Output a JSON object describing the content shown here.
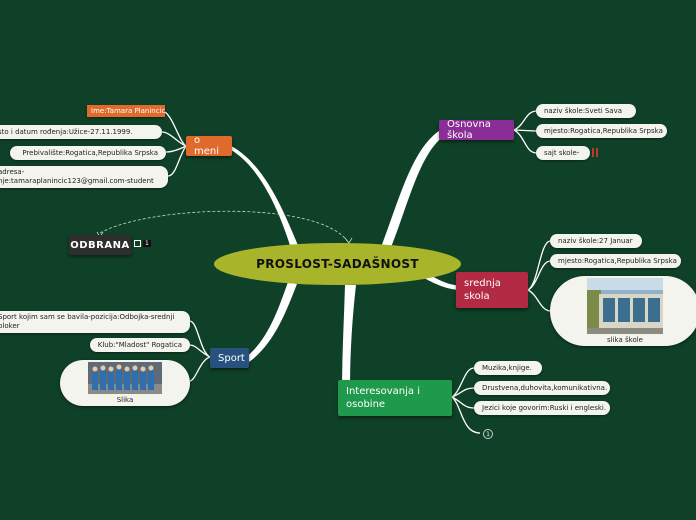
{
  "central": "PROSLOST-SADAŠNOST",
  "colors": {
    "background": "#0f4128",
    "central": "#a8b42a",
    "o_meni": "#e06a2c",
    "osnovna_skola": "#8a2d96",
    "srednja_skola": "#b32a45",
    "interesovanja": "#1f9a4c",
    "sport": "#27527f",
    "odbrana": "#2e2e2e",
    "ime_tag": "#e06a2c"
  },
  "o_meni": {
    "label": "o meni",
    "ime": "Ime:Tamara Planincic",
    "rodjenje": "sto i datum rođenja:Užice-27.11.1999.",
    "prebivaliste": "Prebivalište:Rogatica,Republika Srpska",
    "adresa_line1": "adresa-",
    "adresa_line2": "nje:tamaraplanincic123@gmail.com-student"
  },
  "osnovna": {
    "label": "Osnovna škola",
    "naziv": "naziv škole:Sveti Sava",
    "mjesto": "mjesto:Rogatica,Republika Srpska",
    "sajt": "sajt skole-"
  },
  "srednja": {
    "label_line1": "srednja",
    "label_line2": "skola",
    "naziv": "naziv škole:27 Januar",
    "mjesto": "mjesto:Rogatica,Republika Srpska",
    "image_caption": "slika škole",
    "image_icon": "school-building-photo"
  },
  "interesovanja": {
    "label_line1": "Interesovanja i",
    "label_line2": "osobine",
    "item1": "Muzika,knjige.",
    "item2": "Drustvena,duhovita,komunikativna.",
    "item3": "Jezici koje govorim:Ruski i engleski.",
    "collapsed_count": "1"
  },
  "sport": {
    "label": "Sport",
    "item1_line1": "Sport kojim sam se bavila-pozicija:Odbojka-srednji",
    "item1_line2": "bloker",
    "item2": "Klub:\"Mladost\" Rogatica",
    "image_caption": "Slika",
    "image_icon": "team-photo"
  },
  "odbrana": {
    "label": "ODBRANA",
    "note_count": "1"
  }
}
